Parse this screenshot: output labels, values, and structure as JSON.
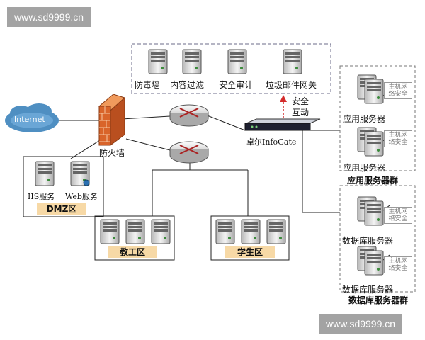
{
  "watermark": {
    "text": "www.sd9999.cn"
  },
  "nodes": {
    "internet": "Internet",
    "firewall": "防火墙",
    "infogate": "卓尔InfoGate",
    "interaction": [
      "安全",
      "互动"
    ]
  },
  "security_modules": [
    "防毒墙",
    "内容过滤",
    "安全审计",
    "垃圾邮件网关"
  ],
  "dmz": {
    "iis": "IIS服务",
    "web": "Web服务",
    "zone": "DMZ区"
  },
  "zones": {
    "staff": "教工区",
    "student": "学生区"
  },
  "app_servers": {
    "label": "应用服务器",
    "group": "应用服务器群",
    "tag": [
      "主机网",
      "络安全"
    ]
  },
  "db_servers": {
    "label": "数据库服务器",
    "group": "数据库服务器群",
    "tag": [
      "主机网",
      "络安全"
    ]
  },
  "colors": {
    "line": "#222222",
    "dashed_box": "#6b6b8a",
    "zone_fill": "#f7d9a6",
    "firewall": "#d9642a",
    "cloud": "#4f8fc2",
    "arrow": "#d42b2b"
  }
}
